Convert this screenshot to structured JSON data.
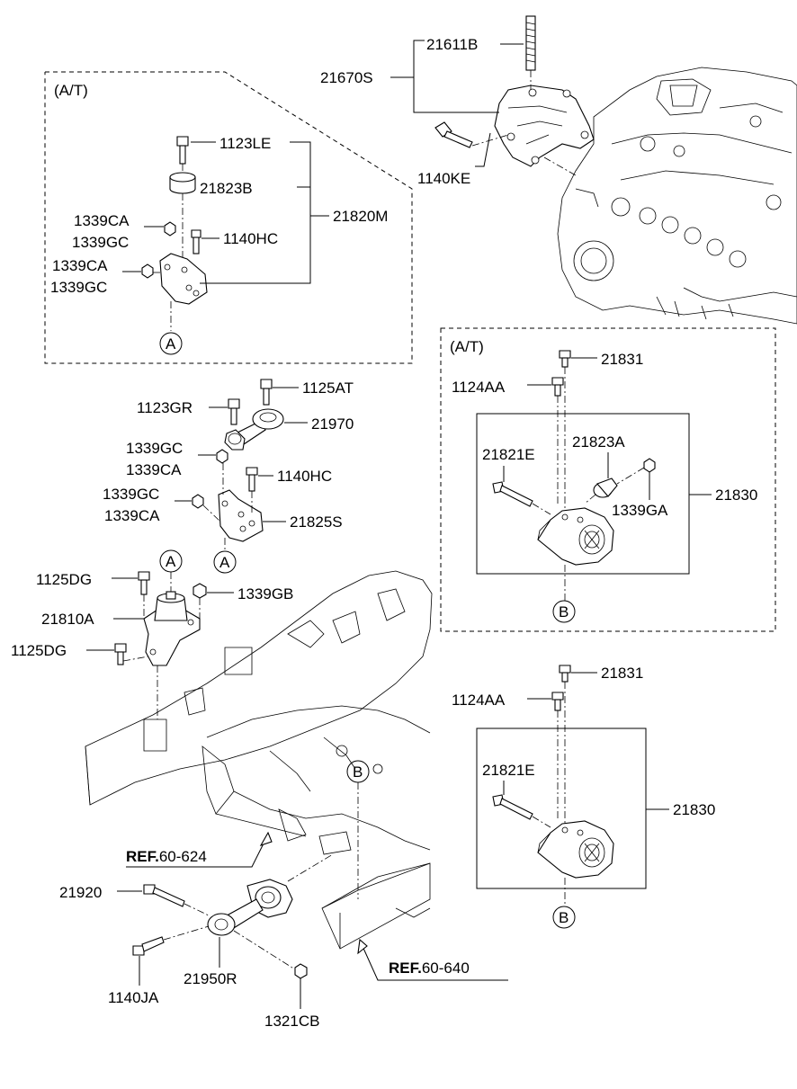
{
  "boxes": {
    "at_left": "(A/T)",
    "at_right": "(A/T)"
  },
  "refs": {
    "ref_a": {
      "prefix": "REF.",
      "code": "60-624"
    },
    "ref_b": {
      "prefix": "REF.",
      "code": "60-640"
    }
  },
  "markers": {
    "a1": "A",
    "a2": "A",
    "a3": "A",
    "b1": "B",
    "b2": "B",
    "b3": "B"
  },
  "labels": {
    "p21611B": "21611B",
    "p21670S": "21670S",
    "p1140KE": "1140KE",
    "p1123LE": "1123LE",
    "p21823B": "21823B",
    "p21820M": "21820M",
    "p1339CA_1": "1339CA",
    "p1339GC_1": "1339GC",
    "p1140HC_1": "1140HC",
    "p1339CA_2": "1339CA",
    "p1339GC_2": "1339GC",
    "p1125AT": "1125AT",
    "p1123GR": "1123GR",
    "p21970": "21970",
    "p1339GC_3": "1339GC",
    "p1339CA_3": "1339CA",
    "p1140HC_2": "1140HC",
    "p1339GC_4": "1339GC",
    "p1339CA_4": "1339CA",
    "p21825S": "21825S",
    "p1125DG_1": "1125DG",
    "p1339GB": "1339GB",
    "p21810A": "21810A",
    "p1125DG_2": "1125DG",
    "p21831_1": "21831",
    "p1124AA_1": "1124AA",
    "p21821E_1": "21821E",
    "p21823A": "21823A",
    "p21830_1": "21830",
    "p1339GA": "1339GA",
    "p21831_2": "21831",
    "p1124AA_2": "1124AA",
    "p21821E_2": "21821E",
    "p21830_2": "21830",
    "p21920": "21920",
    "p1140JA": "1140JA",
    "p21950R": "21950R",
    "p1321CB": "1321CB"
  }
}
